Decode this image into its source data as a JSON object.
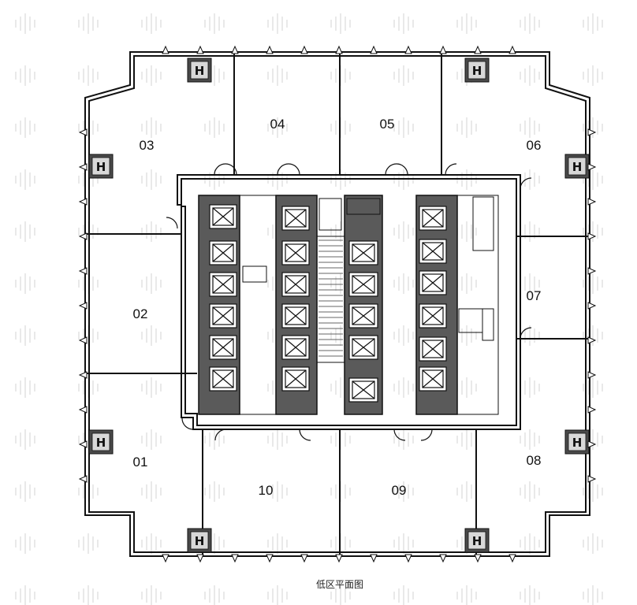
{
  "caption": "低区平面图",
  "units": [
    {
      "id": "u01",
      "label": "01"
    },
    {
      "id": "u02",
      "label": "02"
    },
    {
      "id": "u03",
      "label": "03"
    },
    {
      "id": "u04",
      "label": "04"
    },
    {
      "id": "u05",
      "label": "05"
    },
    {
      "id": "u06",
      "label": "06"
    },
    {
      "id": "u07",
      "label": "07"
    },
    {
      "id": "u08",
      "label": "08"
    },
    {
      "id": "u09",
      "label": "09"
    },
    {
      "id": "u10",
      "label": "10"
    }
  ],
  "column_marker": "H",
  "colors": {
    "wall": "#111111",
    "core_fill": "#5a5a5a",
    "column_fill": "#4a4a4a",
    "watermark": "#e6e6e6"
  }
}
